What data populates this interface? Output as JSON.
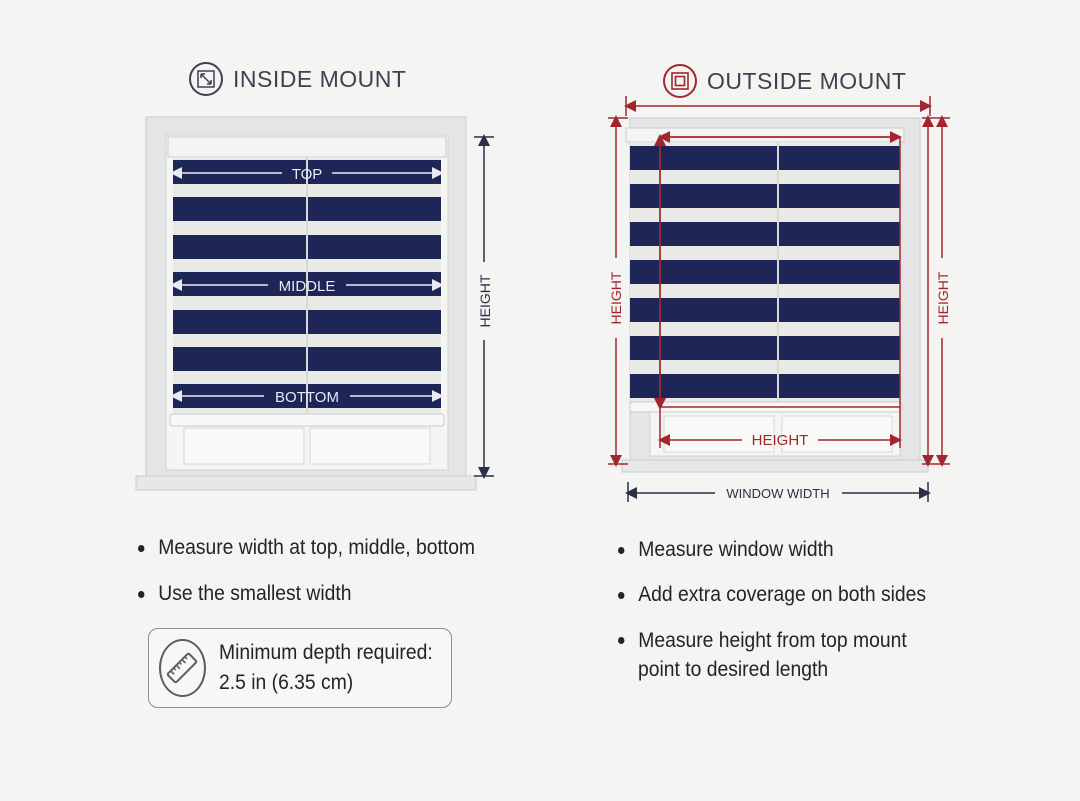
{
  "inside": {
    "title": "INSIDE MOUNT",
    "icon": "inside-mount-icon",
    "labels": {
      "top": "TOP",
      "middle": "MIDDLE",
      "bottom": "BOTTOM",
      "height": "HEIGHT"
    },
    "bullets": [
      "Measure width at top, middle, bottom",
      "Use the smallest width"
    ],
    "depth_line1": "Minimum depth required:",
    "depth_line2": "2.5 in (6.35 cm)",
    "depth_icon": "ruler-icon"
  },
  "outside": {
    "title": "OUTSIDE MOUNT",
    "icon": "outside-mount-icon",
    "labels": {
      "height_left": "HEIGHT",
      "height_right": "HEIGHT",
      "height_inner": "HEIGHT",
      "window_width": "WINDOW WIDTH"
    },
    "bullets": [
      "Measure window width",
      "Add extra coverage on both sides",
      "Measure height from top mount",
      "point to desired length"
    ]
  },
  "colors": {
    "navy": "#1d2656",
    "dim": "#2b2f48",
    "red": "#a3262e",
    "frame": "#e4e5e6"
  }
}
